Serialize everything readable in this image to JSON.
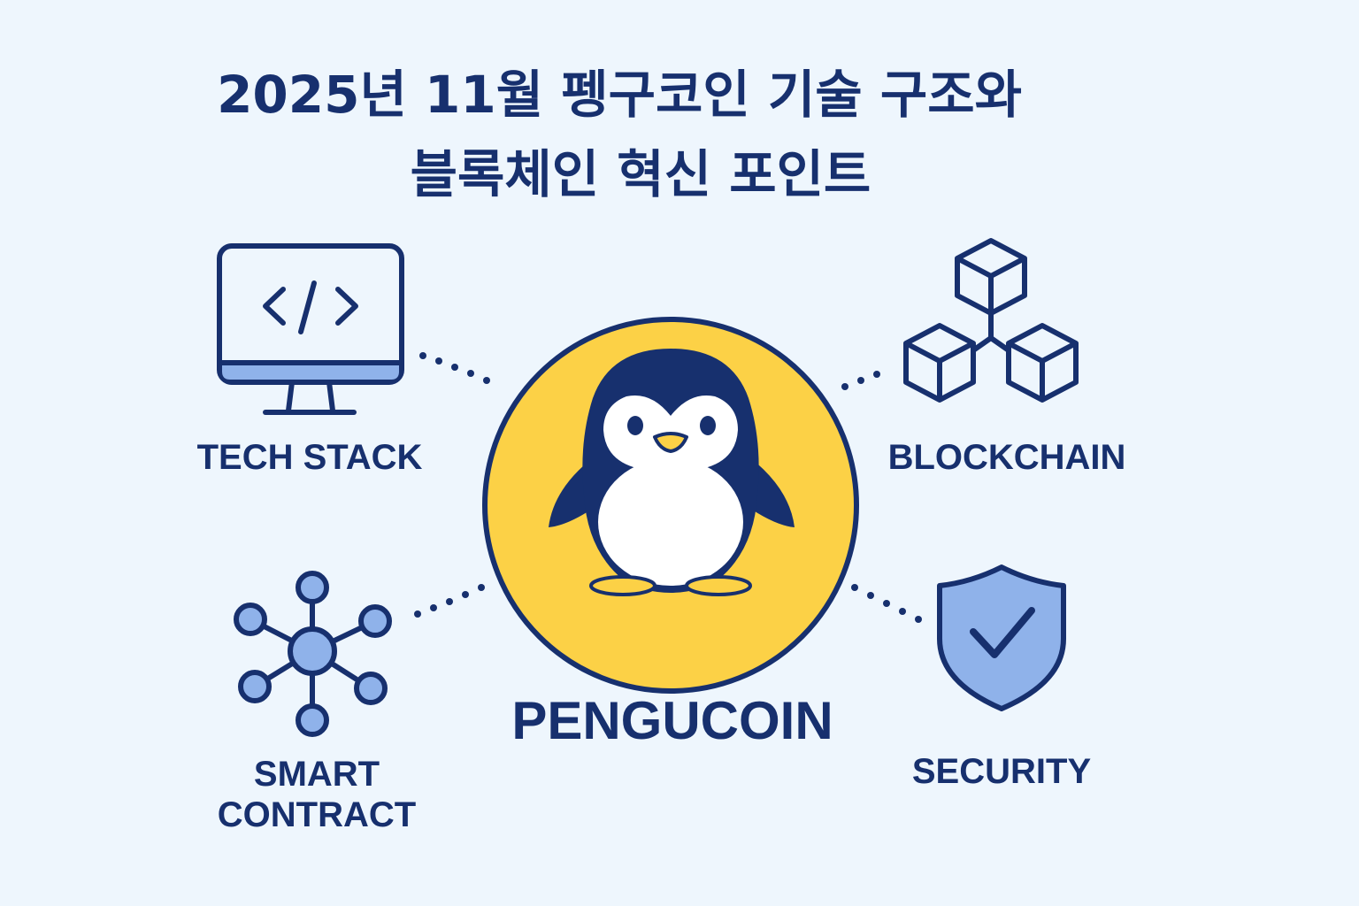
{
  "title": {
    "line1": "2025년 11월 펭구코인 기술 구조와",
    "line2": "블록체인 혁신 포인트"
  },
  "center": {
    "name": "PENGUCOIN",
    "icon": "penguin-icon",
    "coin_color": "#fcd146"
  },
  "nodes": {
    "tech_stack": {
      "label": "TECH STACK",
      "icon": "code-monitor-icon"
    },
    "blockchain": {
      "label": "BLOCKCHAIN",
      "icon": "cubes-icon"
    },
    "smart_contract": {
      "line1": "SMART",
      "line2": "CONTRACT",
      "icon": "network-nodes-icon"
    },
    "security": {
      "label": "SECURITY",
      "icon": "shield-check-icon"
    }
  },
  "colors": {
    "navy": "#17306e",
    "accent_blue": "#8fb2ea",
    "background": "#eef6fd"
  }
}
